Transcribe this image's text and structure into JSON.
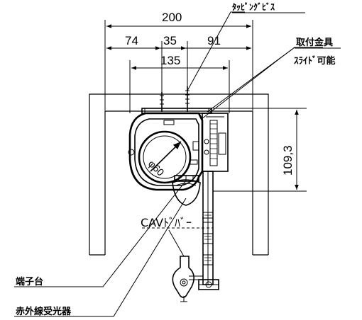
{
  "dimensions": {
    "overall_width": "200",
    "left_offset": "74",
    "center_gap": "35",
    "right_offset": "91",
    "inner_span": "135",
    "height": "109,3",
    "diameter": "φ60"
  },
  "labels": {
    "tapping_screw": "ﾀｯﾋﾟﾝｸﾞﾋﾞｽ",
    "bracket_line1": "取付金具",
    "bracket_line2": "ｽﾗｲﾄﾞ可能",
    "cav_cable": "CAVﾄﾞﾊﾞｰ",
    "terminal_block": "端子台",
    "ir_receiver": "赤外線受光器"
  }
}
